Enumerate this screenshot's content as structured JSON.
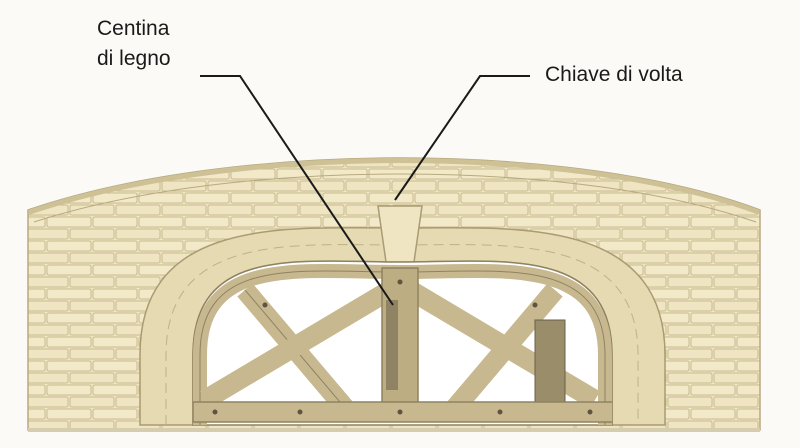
{
  "labels": {
    "centina_line1": "Centina",
    "centina_line2": "di legno",
    "chiave": "Chiave di volta"
  },
  "colors": {
    "background": "#fbfaf7",
    "stone": "#ede3bf",
    "stone_dark": "#d9cb9b",
    "mortar": "#bdb08b",
    "wood": "#c7b88f",
    "wood_dark": "#8f8260",
    "opening": "#ffffff",
    "leader": "#1a1a1a"
  }
}
